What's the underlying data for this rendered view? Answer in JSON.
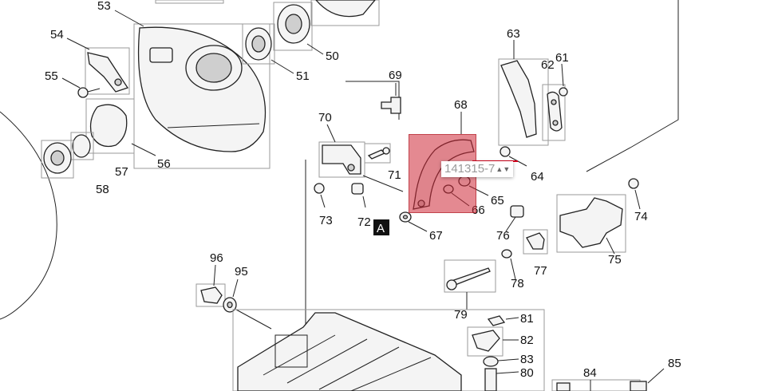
{
  "diagram": {
    "callouts": [
      {
        "id": "53",
        "label": "53"
      },
      {
        "id": "54",
        "label": "54"
      },
      {
        "id": "55",
        "label": "55"
      },
      {
        "id": "56",
        "label": "56"
      },
      {
        "id": "57",
        "label": "57"
      },
      {
        "id": "58",
        "label": "58"
      },
      {
        "id": "50",
        "label": "50"
      },
      {
        "id": "51",
        "label": "51"
      },
      {
        "id": "69",
        "label": "69"
      },
      {
        "id": "70",
        "label": "70"
      },
      {
        "id": "71",
        "label": "71"
      },
      {
        "id": "72",
        "label": "72"
      },
      {
        "id": "73",
        "label": "73"
      },
      {
        "id": "68",
        "label": "68"
      },
      {
        "id": "63",
        "label": "63"
      },
      {
        "id": "62",
        "label": "62"
      },
      {
        "id": "61",
        "label": "61"
      },
      {
        "id": "64",
        "label": "64"
      },
      {
        "id": "65",
        "label": "65"
      },
      {
        "id": "66",
        "label": "66"
      },
      {
        "id": "67",
        "label": "67"
      },
      {
        "id": "74",
        "label": "74"
      },
      {
        "id": "75",
        "label": "75"
      },
      {
        "id": "76",
        "label": "76"
      },
      {
        "id": "77",
        "label": "77"
      },
      {
        "id": "78",
        "label": "78"
      },
      {
        "id": "79",
        "label": "79"
      },
      {
        "id": "96",
        "label": "96"
      },
      {
        "id": "95",
        "label": "95"
      },
      {
        "id": "81",
        "label": "81"
      },
      {
        "id": "82",
        "label": "82"
      },
      {
        "id": "83",
        "label": "83"
      },
      {
        "id": "80",
        "label": "80"
      },
      {
        "id": "84",
        "label": "84"
      },
      {
        "id": "85",
        "label": "85"
      }
    ],
    "marker_label": "A"
  },
  "selection": {
    "part_number": "141315-7",
    "spinner_glyph": "▲▼",
    "highlight_color": "#cd2837",
    "underline_color": "#d4001a"
  }
}
